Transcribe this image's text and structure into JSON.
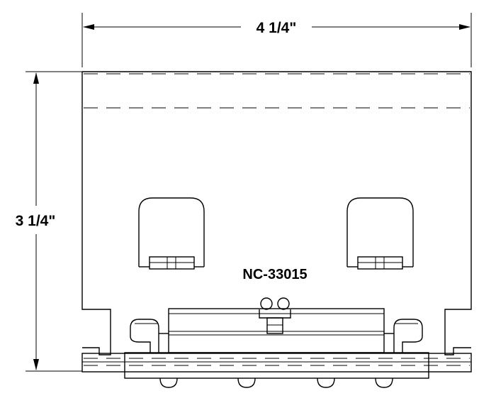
{
  "dimensions": {
    "width_label": "4 1/4\"",
    "height_label": "3 1/4\""
  },
  "part_number": "NC-33015"
}
